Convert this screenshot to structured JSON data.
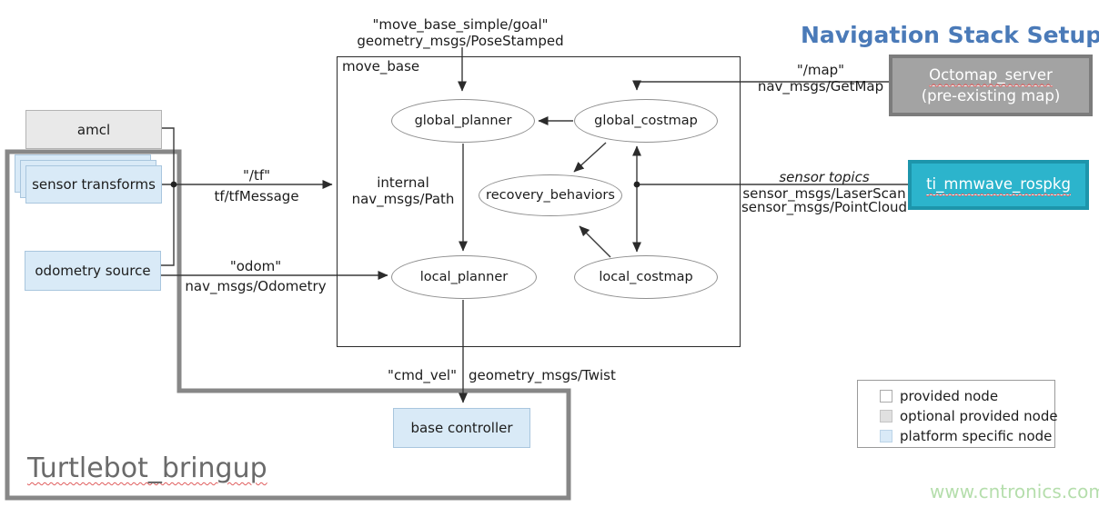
{
  "title": "Navigation Stack Setup",
  "watermark": "www.cntronics.com",
  "container_label": "Turtlebot_bringup",
  "nodes": {
    "amcl": "amcl",
    "sensor_transforms": "sensor transforms",
    "odometry_source": "odometry source",
    "base_controller": "base controller",
    "move_base": "move_base",
    "global_planner": "global_planner",
    "global_costmap": "global_costmap",
    "recovery_behaviors": "recovery_behaviors",
    "local_planner": "local_planner",
    "local_costmap": "local_costmap",
    "octomap_server_line1": "Octomap_server",
    "octomap_server_line2": "(pre-existing  map)",
    "ti_mmwave": "ti_mmwave_rospkg"
  },
  "edges": {
    "goal_topic": "\"move_base_simple/goal\"",
    "goal_type": "geometry_msgs/PoseStamped",
    "map_topic": "\"/map\"",
    "map_type": "nav_msgs/GetMap",
    "tf_topic": "\"/tf\"",
    "tf_type": "tf/tfMessage",
    "odom_topic": "\"odom\"",
    "odom_type": "nav_msgs/Odometry",
    "internal_line1": "internal",
    "internal_line2": "nav_msgs/Path",
    "sensor_topics": "sensor topics",
    "sensor_type1": "sensor_msgs/LaserScan",
    "sensor_type2": "sensor_msgs/PointCloud",
    "cmd_vel_topic": "\"cmd_vel\"",
    "cmd_vel_type": "geometry_msgs/Twist"
  },
  "legend": {
    "items": [
      {
        "label": "provided node",
        "swatch": "#ffffff"
      },
      {
        "label": "optional provided node",
        "swatch": "#e0e0e0"
      },
      {
        "label": "platform specific node",
        "swatch": "#d9eaf7"
      }
    ]
  },
  "colors": {
    "accent_title": "#4a7ab8",
    "teal_node": "#2cb4cc",
    "gray_node": "#a3a3a3",
    "platform_node": "#d9eaf7",
    "optional_node": "#e9e9e9",
    "container_border": "#878787",
    "watermark_green": "#b5deac"
  }
}
